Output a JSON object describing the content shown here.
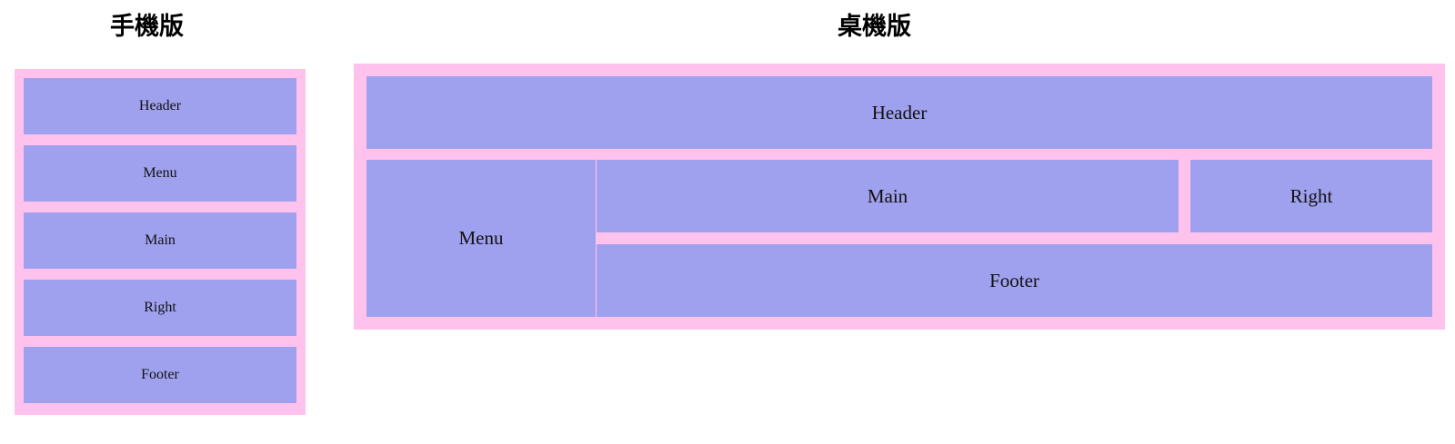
{
  "page": {
    "background_color": "#ffffff",
    "frame_color": "#ffc2ec",
    "block_color": "#a0a1ee",
    "text_color": "#111111"
  },
  "mobile": {
    "title": "手機版",
    "blocks": [
      {
        "key": "header",
        "label": "Header"
      },
      {
        "key": "menu",
        "label": "Menu"
      },
      {
        "key": "main",
        "label": "Main"
      },
      {
        "key": "right",
        "label": "Right"
      },
      {
        "key": "footer",
        "label": "Footer"
      }
    ]
  },
  "desktop": {
    "title": "桌機版",
    "blocks": [
      {
        "key": "header",
        "label": "Header"
      },
      {
        "key": "menu",
        "label": "Menu"
      },
      {
        "key": "main",
        "label": "Main"
      },
      {
        "key": "right",
        "label": "Right"
      },
      {
        "key": "footer",
        "label": "Footer"
      }
    ]
  }
}
